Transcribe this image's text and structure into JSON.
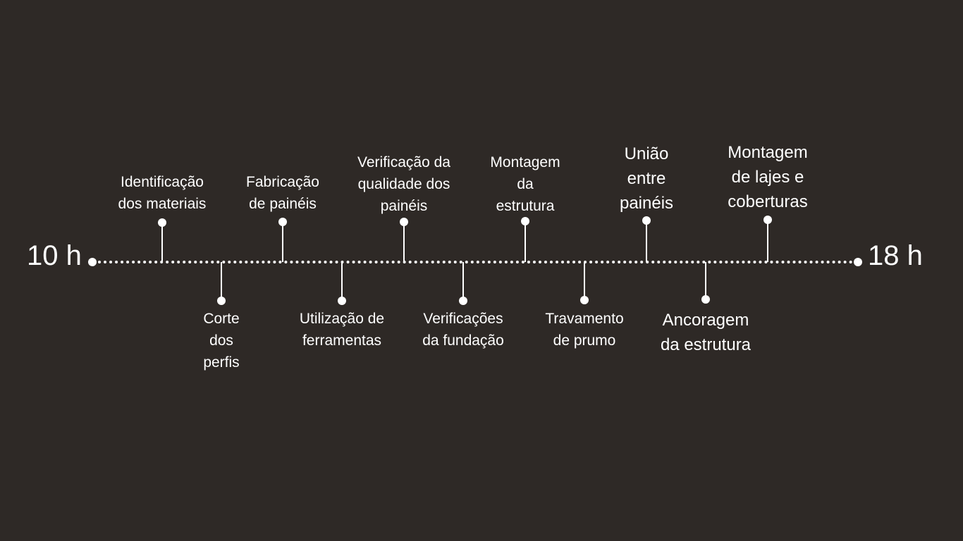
{
  "timeline": {
    "start_label": "10 h",
    "end_label": "18 h",
    "events": [
      {
        "lines": [
          "Identificação",
          "dos materiais"
        ]
      },
      {
        "lines": [
          "Corte",
          "dos",
          "perfis"
        ]
      },
      {
        "lines": [
          "Fabricação",
          "de painéis"
        ]
      },
      {
        "lines": [
          "Utilização de",
          "ferramentas"
        ]
      },
      {
        "lines": [
          "Verificação da",
          "qualidade dos",
          "painéis"
        ]
      },
      {
        "lines": [
          "Verificações",
          "da fundação"
        ]
      },
      {
        "lines": [
          "Montagem",
          "da",
          "estrutura"
        ]
      },
      {
        "lines": [
          "Travamento",
          "de prumo"
        ]
      },
      {
        "lines": [
          "União",
          "entre",
          "painéis"
        ]
      },
      {
        "lines": [
          "Ancoragem",
          "da estrutura"
        ]
      },
      {
        "lines": [
          "Montagem",
          "de lajes e",
          "coberturas"
        ]
      }
    ]
  }
}
